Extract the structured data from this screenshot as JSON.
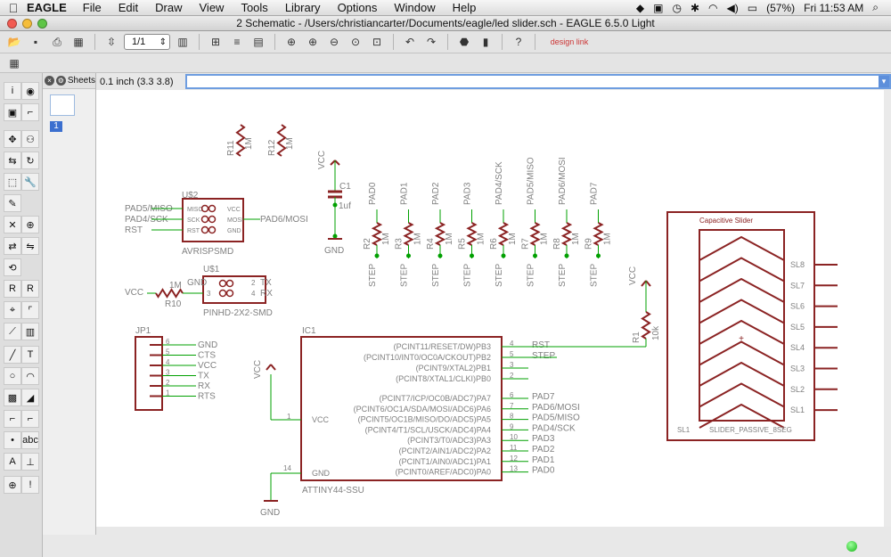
{
  "menubar": {
    "apple": "",
    "app": "EAGLE",
    "items": [
      "File",
      "Edit",
      "Draw",
      "View",
      "Tools",
      "Library",
      "Options",
      "Window",
      "Help"
    ],
    "battery": "(57%)",
    "clock": "Fri 11:53 AM"
  },
  "window": {
    "title": "2 Schematic - /Users/christiancarter/Documents/eagle/led slider.sch - EAGLE 6.5.0 Light"
  },
  "toolbar": {
    "sheet_select": "1/1",
    "design_link": "design link"
  },
  "sheets": {
    "label": "Sheets",
    "current": "1"
  },
  "coordinates": "0.1 inch (3.3 3.8)",
  "command_input": "",
  "colors": {
    "part": "#8b2323",
    "net": "#00a000",
    "label": "#808080",
    "junction": "#00a000"
  },
  "schematic": {
    "r11": {
      "name": "R11",
      "value": "1M"
    },
    "r12": {
      "name": "R12",
      "value": "1M"
    },
    "vcc_cap": "VCC",
    "c1": {
      "name": "C1",
      "value": "1uf"
    },
    "gnd_cap": "GND",
    "pads_top": [
      "PAD0",
      "PAD1",
      "PAD2",
      "PAD3",
      "PAD4/SCK",
      "PAD5/MISO",
      "PAD6/MOSI",
      "PAD7"
    ],
    "res_row": [
      {
        "name": "R2",
        "value": "1M"
      },
      {
        "name": "R3",
        "value": "1M"
      },
      {
        "name": "R4",
        "value": "1M"
      },
      {
        "name": "R5",
        "value": "1M"
      },
      {
        "name": "R6",
        "value": "1M"
      },
      {
        "name": "R7",
        "value": "1M"
      },
      {
        "name": "R8",
        "value": "1M"
      },
      {
        "name": "R9",
        "value": "1M"
      }
    ],
    "step_label": "STEP",
    "u2": {
      "name": "U$2",
      "device": "AVRISPSMD",
      "pins_left": [
        "MISO",
        "SCK",
        "RST"
      ],
      "pins_right": [
        "VCC",
        "MOSI",
        "GND"
      ],
      "nets_left": [
        "PAD5/MISO",
        "PAD4/SCK",
        "RST"
      ],
      "net_right": "PAD6/MOSI"
    },
    "u1": {
      "name": "U$1",
      "device": "PINHD-2X2-SMD",
      "pins_left": [
        "GND",
        "3"
      ],
      "pins_right": [
        "2",
        "4"
      ],
      "nets_right": [
        "TX",
        "RX"
      ],
      "net_left": "VCC",
      "r10": {
        "name": "R10",
        "value": "1M"
      }
    },
    "jp1": {
      "name": "JP1",
      "pins": [
        "6",
        "5",
        "4",
        "3",
        "2",
        "1"
      ],
      "nets": [
        "GND",
        "CTS",
        "VCC",
        "TX",
        "RX",
        "RTS"
      ]
    },
    "ic1": {
      "name": "IC1",
      "device": "ATTINY44-SSU",
      "pins_top_right": [
        {
          "func": "(PCINT11/RESET/DW)PB3",
          "num": "4",
          "net": "RST"
        },
        {
          "func": "(PCINT10/INT0/OC0A/CKOUT)PB2",
          "num": "5",
          "net": "STEP"
        },
        {
          "func": "(PCINT9/XTAL2)PB1",
          "num": "3",
          "net": ""
        },
        {
          "func": "(PCINT8/XTAL1/CLKI)PB0",
          "num": "2",
          "net": ""
        }
      ],
      "pins_bottom_right": [
        {
          "func": "(PCINT7/ICP/OC0B/ADC7)PA7",
          "num": "6",
          "net": "PAD7"
        },
        {
          "func": "(PCINT6/OC1A/SDA/MOSI/ADC6)PA6",
          "num": "7",
          "net": "PAD6/MOSI"
        },
        {
          "func": "(PCINT5/OC1B/MISO/DO/ADC5)PA5",
          "num": "8",
          "net": "PAD5/MISO"
        },
        {
          "func": "(PCINT4/T1/SCL/USCK/ADC4)PA4",
          "num": "9",
          "net": "PAD4/SCK"
        },
        {
          "func": "(PCINT3/T0/ADC3)PA3",
          "num": "10",
          "net": "PAD3"
        },
        {
          "func": "(PCINT2/AIN1/ADC2)PA2",
          "num": "11",
          "net": "PAD2"
        },
        {
          "func": "(PCINT1/AIN0/ADC1)PA1",
          "num": "12",
          "net": "PAD1"
        },
        {
          "func": "(PCINT0/AREF/ADC0)PA0",
          "num": "13",
          "net": "PAD0"
        }
      ],
      "vcc_pin": {
        "func": "VCC",
        "num": "1"
      },
      "gnd_pin": {
        "func": "GND",
        "num": "14"
      },
      "vcc_net": "VCC",
      "gnd_net": "GND"
    },
    "r1": {
      "name": "R1",
      "value": "10k",
      "net": "VCC"
    },
    "slider": {
      "title": "Capacitive Slider",
      "pins": [
        "SL8",
        "SL7",
        "SL6",
        "SL5",
        "SL4",
        "SL3",
        "SL2",
        "SL1"
      ],
      "name": "SL1",
      "device": "SLIDER_PASSIVE_8SEG"
    }
  }
}
